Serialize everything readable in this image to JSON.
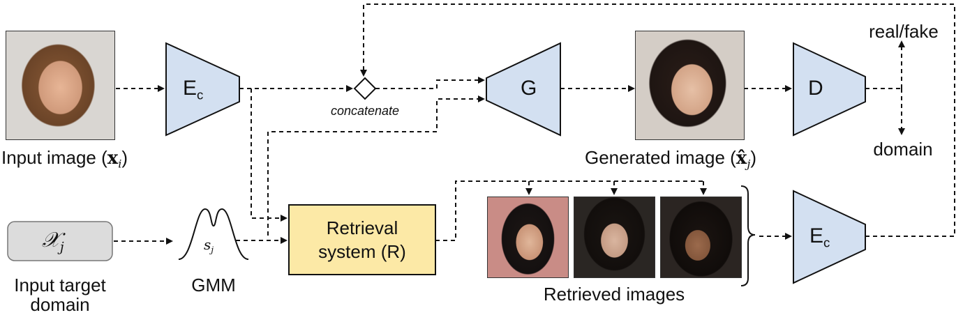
{
  "input_image": {
    "label": "Input image (",
    "symbol": "x",
    "index": "i",
    "close": ")"
  },
  "generated_image": {
    "label": "Generated image (",
    "symbol": "x̂",
    "index": "j",
    "close": ")"
  },
  "encoder_top": {
    "label": "E",
    "sub": "c"
  },
  "encoder_bottom": {
    "label": "E",
    "sub": "c"
  },
  "generator": {
    "label": "G"
  },
  "discriminator": {
    "label": "D"
  },
  "concat": {
    "label": "concatenate"
  },
  "outputs": {
    "top": "real/fake",
    "bottom": "domain"
  },
  "target_domain": {
    "symbol": "𝒳",
    "index": "j",
    "label_line1": "Input target",
    "label_line2": "domain"
  },
  "gmm": {
    "label": "GMM",
    "symbol": "s",
    "index": "j"
  },
  "retrieval": {
    "line1": "Retrieval",
    "line2": "system (R)"
  },
  "retrieved": {
    "label": "Retrieved images"
  },
  "colors": {
    "block_blue": "#d3e0f1",
    "retrieval_yellow": "#fce9a6",
    "domain_gray": "#dcdcdc"
  }
}
